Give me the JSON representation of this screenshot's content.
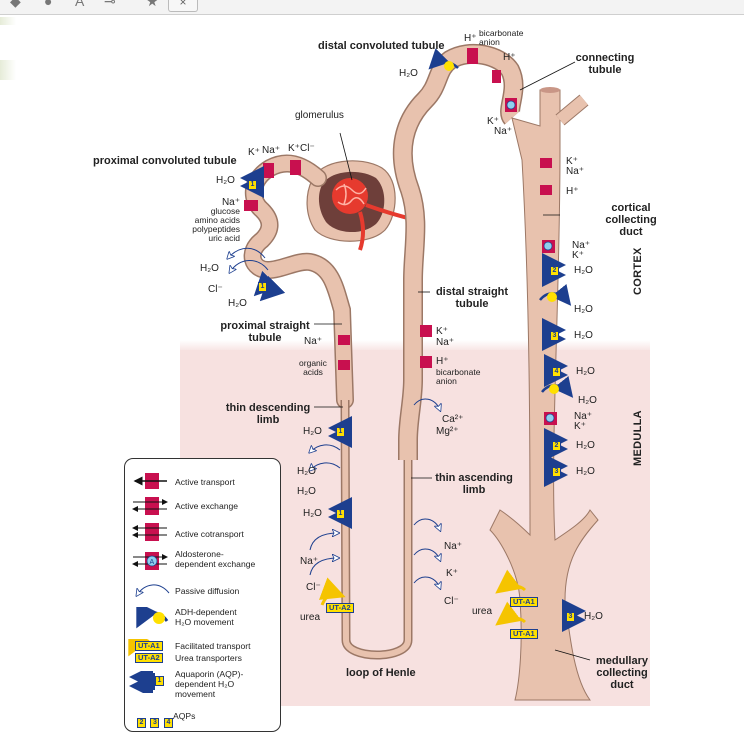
{
  "toolbar": {
    "icons": [
      "fill-color-icon",
      "shape-icon",
      "text-icon",
      "line-icon",
      "bookmark-icon"
    ],
    "close_label": "×"
  },
  "diagram": {
    "regions": {
      "cortex": "CORTEX",
      "medulla": "MEDULLA"
    },
    "structures": {
      "glomerulus": "glomerulus",
      "proximal_convoluted_tubule": "proximal convoluted tubule",
      "proximal_straight_tubule": "proximal straight tubule",
      "thin_descending_limb": "thin descending limb",
      "loop_of_henle": "loop of Henle",
      "thin_ascending_limb": "thin ascending limb",
      "distal_straight_tubule": "distal straight tubule",
      "distal_convoluted_tubule": "distal convoluted tubule",
      "connecting_tubule": "connecting tubule",
      "cortical_collecting_duct": "cortical collecting duct",
      "medullary_collecting_duct": "medullary collecting duct"
    },
    "pct": {
      "k": "K⁺",
      "na": "Na⁺",
      "k2": "K⁺",
      "cl": "Cl⁻",
      "h2o_1": "H₂O",
      "aqp1": "1",
      "cotransport": [
        "Na⁺",
        "glucose",
        "amino acids",
        "polypeptides",
        "uric acid"
      ],
      "h2o_2": "H₂O",
      "cl2": "Cl⁻",
      "h2o_3": "H₂O",
      "aqp1_b": "1"
    },
    "pst": {
      "na": "Na⁺",
      "organic_acids": "organic acids"
    },
    "tdl": {
      "h2o": [
        "H₂O",
        "H₂O",
        "H₂O",
        "H₂O"
      ],
      "aqp": [
        "1",
        "1"
      ],
      "na": "Na⁺",
      "cl": "Cl⁻",
      "urea": "urea",
      "ut": "UT-A2"
    },
    "tal": {
      "na": "Na⁺",
      "k": "K⁺",
      "cl": "Cl⁻"
    },
    "dst": {
      "k": "K⁺",
      "na": "Na⁺",
      "h": "H⁺",
      "bicarb": "bicarbonate anion",
      "ca": "Ca²⁺",
      "mg": "Mg²⁺"
    },
    "dct": {
      "h2o": "H₂O",
      "h": "H⁺",
      "bicarb": "bicarbonate anion",
      "h2": "H⁺"
    },
    "ct": {
      "k": "K⁺",
      "na": "Na⁺"
    },
    "ccd": {
      "k": "K⁺",
      "na": "Na⁺",
      "h": "H⁺",
      "na2": "Na⁺",
      "k2": "K⁺",
      "h2o": [
        "H₂O",
        "H₂O",
        "H₂O"
      ],
      "aqp": [
        "2",
        "3"
      ]
    },
    "omcd": {
      "h2o": [
        "H₂O",
        "H₂O",
        "H₂O",
        "H₂O"
      ],
      "aqp": [
        "4",
        "2",
        "3"
      ],
      "na": "Na⁺",
      "k": "K⁺"
    },
    "imcd": {
      "urea": "urea",
      "ut": [
        "UT-A1",
        "UT-A1"
      ],
      "aqp": "3",
      "h2o": "H₂O"
    }
  },
  "legend": {
    "items": [
      {
        "icon": "active-transport-icon",
        "label": "Active transport"
      },
      {
        "icon": "active-exchange-icon",
        "label": "Active exchange"
      },
      {
        "icon": "active-cotransport-icon",
        "label": "Active cotransport"
      },
      {
        "icon": "aldosterone-exchange-icon",
        "label": "Aldosterone-\ndependent exchange"
      },
      {
        "icon": "passive-diffusion-icon",
        "label": "Passive diffusion"
      },
      {
        "icon": "adh-water-icon",
        "label": "ADH-dependent\nH₂O movement"
      },
      {
        "icon": "urea-transporter-icon",
        "label": "Facilitated transport"
      },
      {
        "icon": "urea-transporter-icon-2",
        "label": "Urea transporters"
      },
      {
        "icon": "aquaporin-icon",
        "label": "Aquaporin (AQP)-\ndependent H₂O\nmovement"
      },
      {
        "icon": "aqp-badges-icon",
        "label": "AQPs"
      }
    ],
    "ut_a1": "UT-A1",
    "ut_a2": "UT-A2",
    "aqp_1": "1",
    "aqp_badges": [
      "2",
      "3",
      "4"
    ]
  },
  "colors": {
    "tubule": "#e8c2ae",
    "tubule_edge": "#9c7866",
    "medulla": "#f7e1e0",
    "transporter": "#c8104f",
    "aquaporin": "#1d3f8f",
    "aqp_badge": "#ffe000",
    "aldosterone": "#8fd0ee",
    "glomerulus": "#e63a2e"
  }
}
